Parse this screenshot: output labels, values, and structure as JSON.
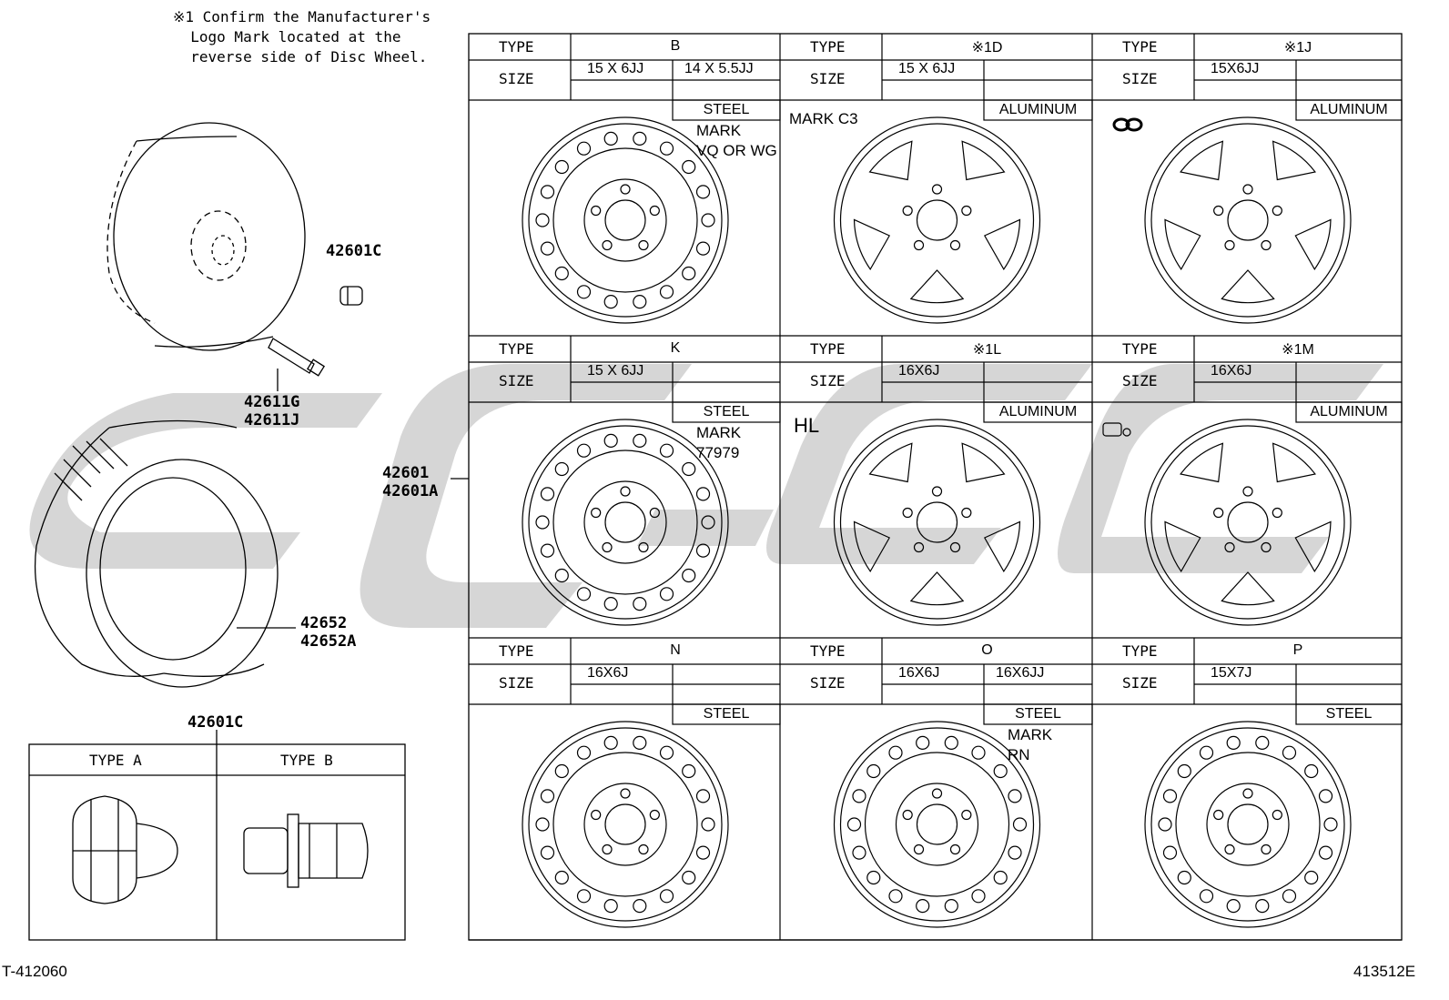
{
  "note": {
    "line1": "※1 Confirm the Manufacturer's",
    "line2": "Logo Mark located at the",
    "line3": "reverse side of Disc Wheel."
  },
  "parts": {
    "lug_nut_top": "42601C",
    "valve_a": "42611G",
    "valve_b": "42611J",
    "wheel_a": "42601",
    "wheel_b": "42601A",
    "tire_a": "42652",
    "tire_b": "42652A",
    "lug_nut_table": "42601C"
  },
  "nut_table": {
    "type_a": "TYPE A",
    "type_b": "TYPE B"
  },
  "labels": {
    "type": "TYPE",
    "size": "SIZE"
  },
  "wheels": [
    {
      "type": "B",
      "sizes": [
        "15 X 6JJ",
        "14 X 5.5JJ"
      ],
      "material": "STEEL",
      "mark": [
        "MARK",
        "VQ OR WG"
      ]
    },
    {
      "type": "※1D",
      "sizes": [
        "15 X 6JJ",
        ""
      ],
      "material": "ALUMINUM",
      "mark": [
        "MARK C3"
      ]
    },
    {
      "type": "※1J",
      "sizes": [
        "15X6JJ",
        ""
      ],
      "material": "ALUMINUM",
      "mark": [],
      "logo": "infinity-logo"
    },
    {
      "type": "K",
      "sizes": [
        "15 X 6JJ",
        ""
      ],
      "material": "STEEL",
      "mark": [
        "MARK",
        "77979"
      ]
    },
    {
      "type": "※1L",
      "sizes": [
        "16X6J",
        ""
      ],
      "material": "ALUMINUM",
      "mark": [
        "HL"
      ]
    },
    {
      "type": "※1M",
      "sizes": [
        "16X6J",
        ""
      ],
      "material": "ALUMINUM",
      "mark": [],
      "logo": "manufacturer-logo"
    },
    {
      "type": "N",
      "sizes": [
        "16X6J",
        ""
      ],
      "material": "STEEL",
      "mark": []
    },
    {
      "type": "O",
      "sizes": [
        "16X6J",
        "16X6JJ"
      ],
      "material": "STEEL",
      "mark": [
        "MARK",
        "RN"
      ]
    },
    {
      "type": "P",
      "sizes": [
        "15X7J",
        ""
      ],
      "material": "STEEL",
      "mark": []
    }
  ],
  "footer": {
    "left": "T-412060",
    "right": "413512E"
  },
  "colors": {
    "line": "#000000",
    "watermark": "#cfcfcf"
  }
}
